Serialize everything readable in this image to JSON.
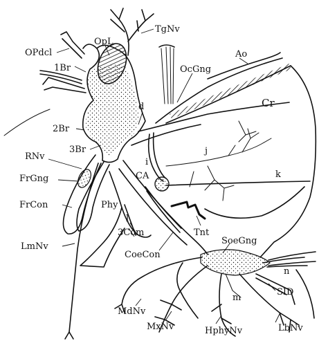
{
  "labels": {
    "tgnv": "TgNv",
    "opl": "OpL",
    "opdcl": "OPdcl",
    "br1": "1Br",
    "ao": "Ao",
    "ocgng": "OcGng",
    "cr": "Cr",
    "d": "d",
    "br2": "2Br",
    "br3": "3Br",
    "rnv": "RNv",
    "frgng": "FrGng",
    "j": "j",
    "i": "i",
    "k": "k",
    "ca": "CA",
    "frcon": "FrCon",
    "phy": "Phy",
    "l": "l",
    "tnt": "Tnt",
    "com3": "3Com",
    "coecon": "CoeCon",
    "lmnv": "LmNv",
    "soegng": "SoeGng",
    "n": "n",
    "m": "m",
    "sid": "SID",
    "mdnv": "MdNv",
    "mxnv": "MxNv",
    "hphynv": "HphyNv",
    "lbnv": "LbNv"
  }
}
